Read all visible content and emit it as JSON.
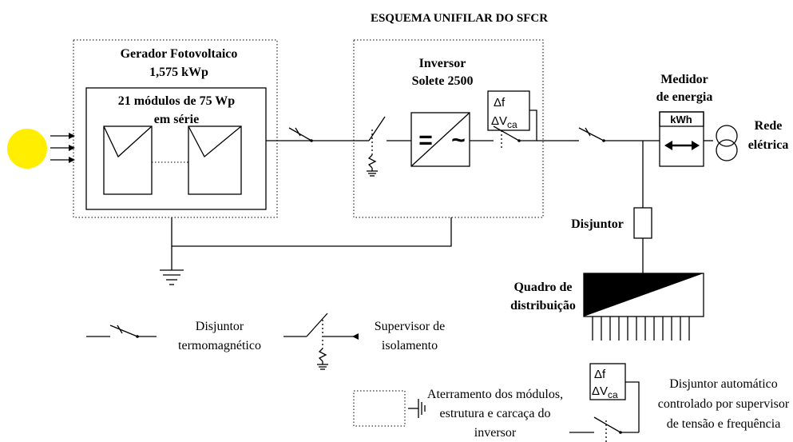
{
  "title": "ESQUEMA UNIFILAR DO SFCR",
  "generator": {
    "title_line1": "Gerador Fotovoltaico",
    "title_line2": "1,575 kWp",
    "modules_line1": "21 módulos de 75 Wp",
    "modules_line2": "em série"
  },
  "inverter": {
    "line1": "Inversor",
    "line2": "Solete 2500",
    "delta_f": "Δf",
    "delta_v": "ΔV",
    "delta_v_sub": "ca",
    "dc_symbol": "=",
    "ac_symbol": "~"
  },
  "meter": {
    "line1": "Medidor",
    "line2": "de energia",
    "unit": "kWh"
  },
  "grid": {
    "line1": "Rede",
    "line2": "elétrica"
  },
  "breaker_label": "Disjuntor",
  "panel": {
    "line1": "Quadro de",
    "line2": "distribuição"
  },
  "legend": {
    "thermomagnetic_line1": "Disjuntor",
    "thermomagnetic_line2": "termomagnético",
    "insulation_line1": "Supervisor de",
    "insulation_line2": "isolamento",
    "grounding_line1": "Aterramento dos módulos,",
    "grounding_line2": "estrutura e carcaça do",
    "grounding_line3": "inversor",
    "auto_line1": "Disjuntor automático",
    "auto_line2": "controlado por supervisor",
    "auto_line3": "de tensão e frequência",
    "auto_delta_f": "Δf",
    "auto_delta_v": "ΔV",
    "auto_delta_v_sub": "ca"
  },
  "colors": {
    "sun": "#ffee00",
    "lines": "#000000"
  }
}
